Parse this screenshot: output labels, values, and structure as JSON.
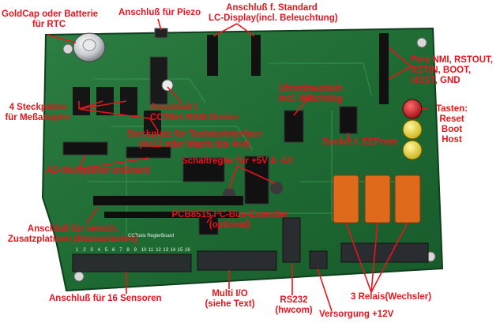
{
  "colors": {
    "annotation": "#e8141c",
    "board": "#1f6b34",
    "terminal": "#2a2d30",
    "relay": "#e06a1c",
    "button_red": "#c8141c",
    "button_yellow": "#e8d21c"
  },
  "board": {
    "silkscreen_title": "CCTools ReglerBoard",
    "terminal_numbers": [
      "1",
      "2",
      "3",
      "4",
      "5",
      "6",
      "7",
      "8",
      "9",
      "10",
      "11",
      "12",
      "13",
      "14",
      "15",
      "16"
    ]
  },
  "labels": {
    "rtc_line1": "GoldCap oder Batterie",
    "rtc_line2": "für RTC",
    "piezo": "Anschluß für Piezo",
    "lcd_line1": "Anschluß f. Standard",
    "lcd_line2": "LC-Display(incl. Beleuchtung)",
    "pins_line1": "Pins NMI, RSTOUT,",
    "pins_line2": "RSTIN, BOOT,",
    "pins_line3": "HOST, GND",
    "meas_line1": "4 Steckplätze",
    "meas_line2": "für Meßadapter",
    "cc2_line1": "Anschluß f.",
    "cc2_line2": "CC2Net-RAM-Device",
    "watchdog_line1": "Uhrenbaustein",
    "watchdog_line2": "incl. Watchdog",
    "buttons_line1": "Tasten:",
    "buttons_line2": "Reset",
    "buttons_line3": "Boot",
    "buttons_line4": "Host",
    "keypad_line1": "Steckplatz für Tastaturinterface",
    "keypad_line2": "(4x12 oder Matrix bis 4x4)",
    "eeprom": "Sockel f. EEProm",
    "regulator": "Schaltregler für +5V & -5V",
    "adc": "AD-Multiplexer onBoard",
    "i2c_line1": "PCB8515 I²C-Bus-Extender",
    "i2c_line2": "(optional)",
    "addon_line1": "Anschluß für versch.",
    "addon_line2": "Zusatzplatinen (Bauvarianten)",
    "sensors": "Anschluß für 16 Sensoren",
    "multiio_line1": "Multi I/O",
    "multiio_line2": "(siehe Text)",
    "rs232_line1": "RS232",
    "rs232_line2": "(hwcom)",
    "relays": "3 Relais(Wechsler)",
    "supply": "Versorgung +12V"
  }
}
